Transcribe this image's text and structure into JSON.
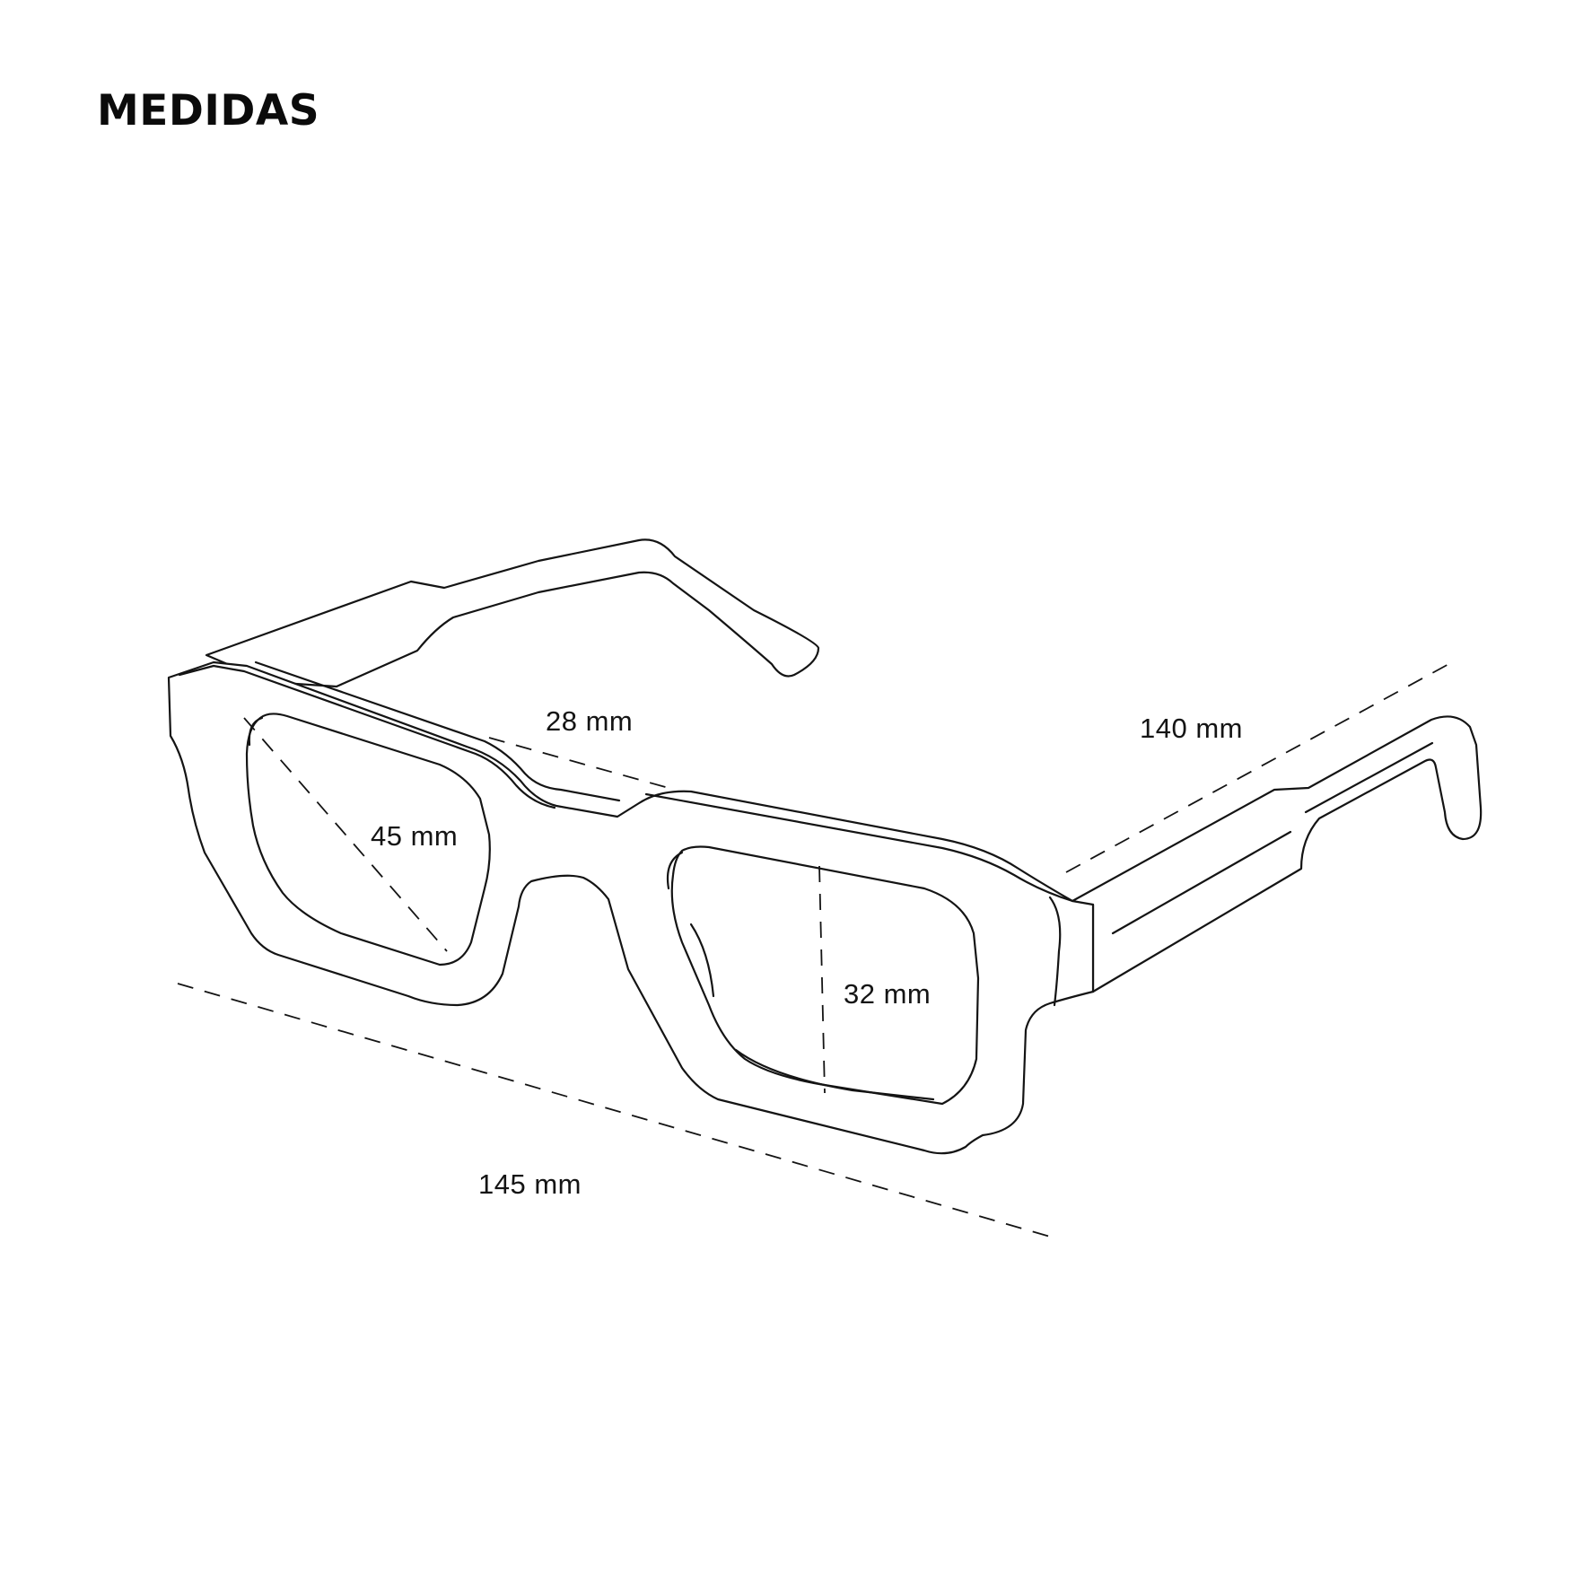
{
  "title": "MEDIDAS",
  "measurements": {
    "bridge": "28 mm",
    "temple": "140 mm",
    "lens_width": "45 mm",
    "lens_height": "32 mm",
    "frame_width": "145 mm"
  }
}
